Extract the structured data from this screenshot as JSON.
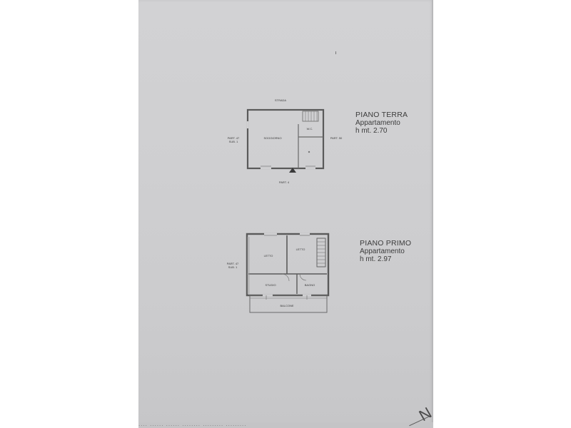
{
  "document": {
    "ground_floor": {
      "title": "PIANO TERRA",
      "subtitle": "Appartamento",
      "height": "h mt. 2.70",
      "rooms": {
        "living": "SOGGIORNO",
        "wc": "W.C."
      },
      "labels": {
        "top": "STRADA",
        "left_line1": "PART. 47",
        "left_line2": "SUB. 1",
        "right": "PART. 50",
        "bottom": "PART. 4"
      }
    },
    "first_floor": {
      "title": "PIANO PRIMO",
      "subtitle": "Appartamento",
      "height": "h mt. 2.97",
      "rooms": {
        "bedroom_1": "LETTO",
        "bedroom_2": "LETTO",
        "study": "STUDIO",
        "bathroom": "BAGNO",
        "balcony": "BALCONE"
      },
      "labels": {
        "left_line1": "PART. 47",
        "left_line2": "SUB. 1"
      }
    },
    "footer_text": "....  ......  ......  ........  .........  ........."
  },
  "colors": {
    "paper": "#cfcfd1",
    "ink": "#3c3c3c",
    "wall": "#5a5a5a"
  }
}
